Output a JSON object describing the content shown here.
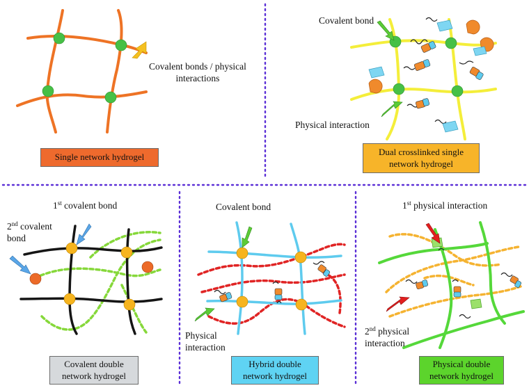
{
  "colors": {
    "orange_strand": "#ee7325",
    "yellow_strand": "#f4ee3a",
    "black_strand": "#151515",
    "green_dashed": "#86d83a",
    "cyan_strand": "#5ecbee",
    "red_dashed": "#e02424",
    "orange_dashed": "#f5b331",
    "green_strand": "#55d83a",
    "node_green": "#46c046",
    "node_yellow": "#f6b41e",
    "node_orange": "#ec6a28",
    "divider_purple": "#5b2fd6",
    "arrow_yellow": "#f5c020",
    "arrow_green": "#5ccc36",
    "arrow_blue": "#5aa6e8",
    "arrow_red": "#e21f1f"
  },
  "panels": {
    "single": {
      "annotation_line1": "Covalent bonds / physical",
      "annotation_line2": "interactions",
      "box_label": "Single network hydrogel",
      "box_color": "#ee6a2d"
    },
    "dual": {
      "covalent_label": "Covalent bond",
      "physical_label": "Physical interaction",
      "box_line1": "Dual crosslinked single",
      "box_line2": "network hydrogel",
      "box_color": "#f7b429"
    },
    "covalent_double": {
      "first_bond_number": "1",
      "first_bond_sup": "st",
      "first_bond_text": "covalent bond",
      "second_bond_number": "2",
      "second_bond_sup": "nd",
      "second_bond_text": "covalent",
      "second_bond_line2": "bond",
      "box_line1": "Covalent double",
      "box_line2": "network hydrogel",
      "box_color": "#d6d9dc"
    },
    "hybrid_double": {
      "covalent_label": "Covalent bond",
      "physical_line1": "Physical",
      "physical_line2": "interaction",
      "box_line1": "Hybrid double",
      "box_line2": "network hydrogel",
      "box_color": "#5fd3f3"
    },
    "physical_double": {
      "first_number": "1",
      "first_sup": "st",
      "first_text": "physical interaction",
      "second_number": "2",
      "second_sup": "nd",
      "second_text": "physical",
      "second_line2": "interaction",
      "box_line1": "Physical double",
      "box_line2": "network hydrogel",
      "box_color": "#5cd42c"
    }
  }
}
